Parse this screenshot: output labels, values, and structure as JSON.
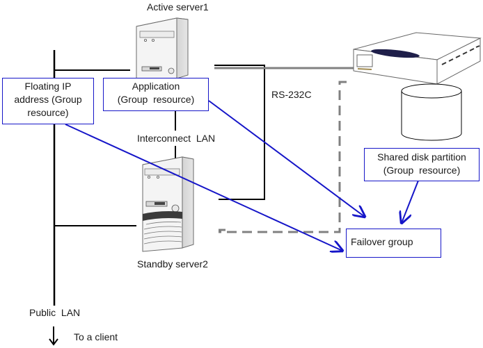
{
  "diagram": {
    "colors": {
      "resource_box_border": "#1515c8",
      "resource_arrow": "#1515c8",
      "network_line": "#000000",
      "disk_cable": "#808080",
      "failover_boundary": "#808080"
    },
    "servers": {
      "active": {
        "label": "Active server1",
        "icon": "tower-server-icon"
      },
      "standby": {
        "label": "Standby server2",
        "icon": "tower-server-icon"
      }
    },
    "shared_storage": {
      "icon": "disk-array-icon",
      "partition_icon": "cylinder-disk-icon"
    },
    "networks": {
      "interconnect": "Interconnect  LAN",
      "rs232c": "RS-232C",
      "public": "Public  LAN",
      "client": "To a client"
    },
    "resources": [
      {
        "id": "floating-ip",
        "lines": [
          "Floating IP",
          "address (Group",
          "resource)"
        ]
      },
      {
        "id": "application",
        "lines": [
          "Application",
          "(Group  resource)"
        ]
      },
      {
        "id": "shared-disk",
        "lines": [
          "Shared disk partition",
          "(Group  resource)"
        ]
      }
    ],
    "failover_group": {
      "label": "Failover group"
    }
  }
}
